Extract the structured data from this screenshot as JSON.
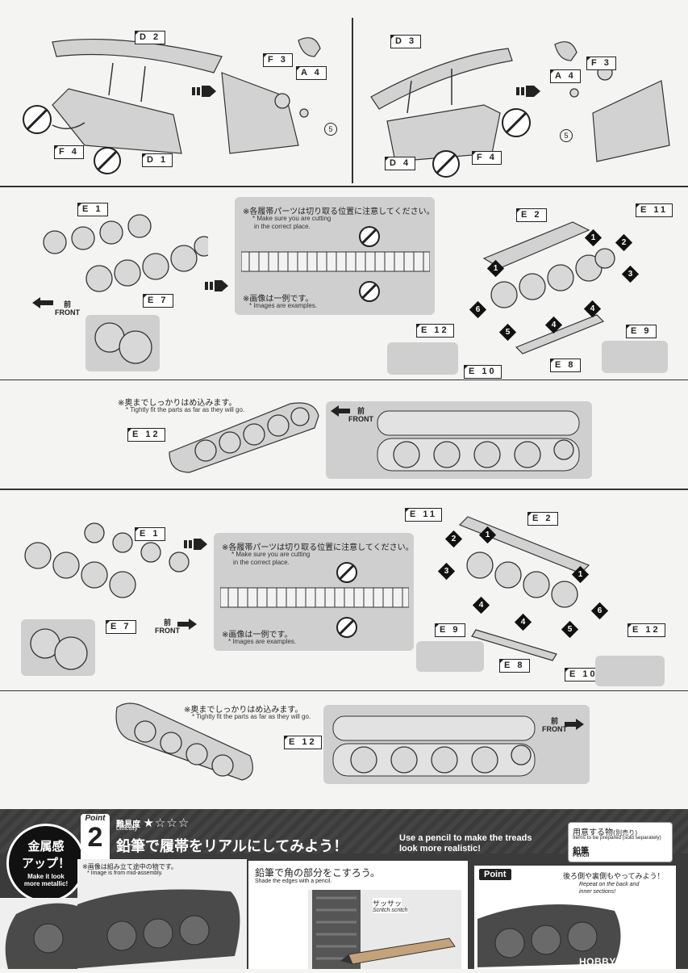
{
  "step1_left": {
    "labels": [
      "D 2",
      "F 3",
      "A 4",
      "F 4",
      "D 1"
    ],
    "sprue_number": "5"
  },
  "step1_right": {
    "labels": [
      "D 3",
      "A 4",
      "F 3",
      "D 4",
      "F 4"
    ],
    "sprue_number": "5"
  },
  "step2": {
    "labels": [
      "E 1",
      "E 7",
      "E 2",
      "E 11",
      "E 12",
      "E 9",
      "E 10",
      "E 8"
    ],
    "front_jp": "前",
    "front_en": "FRONT",
    "notice_jp": "※各履帯パーツは切り取る位置に注意してください。",
    "notice_en_1": "* Make sure you are cutting",
    "notice_en_2": "in the correct place.",
    "example_jp": "※画像は一例です。",
    "example_en": "* Images are examples.",
    "order_numbers": [
      "1",
      "1",
      "2",
      "3",
      "4",
      "4",
      "5",
      "6"
    ]
  },
  "step3": {
    "fit_jp": "※奥までしっかりはめ込みます。",
    "fit_en": "* Tightly fit the parts as far as they will go.",
    "label": "E 12",
    "front_jp": "前",
    "front_en": "FRONT"
  },
  "step4": {
    "labels": [
      "E 1",
      "E 7",
      "E 11",
      "E 2",
      "E 9",
      "E 8",
      "E 10",
      "E 12"
    ],
    "front_jp": "前",
    "front_en": "FRONT",
    "notice_jp": "※各履帯パーツは切り取る位置に注意してください。",
    "notice_en_1": "* Make sure you are cutting",
    "notice_en_2": "in the correct place.",
    "example_jp": "※画像は一例です。",
    "example_en": "* Images are examples.",
    "order_numbers": [
      "2",
      "1",
      "3",
      "1",
      "4",
      "4",
      "5",
      "6"
    ]
  },
  "step5": {
    "fit_jp": "※奥までしっかりはめ込みます。",
    "fit_en": "* Tightly fit the parts as far as they will go.",
    "label": "E 12",
    "front_jp": "前",
    "front_en": "FRONT"
  },
  "point2": {
    "badge_jp_1": "金属感",
    "badge_jp_2": "アップ！",
    "badge_en_1": "Make it look",
    "badge_en_2": "more metallic!",
    "point_word": "Point",
    "point_number": "2",
    "difficulty_jp": "難易度",
    "difficulty_en": "Difficulty",
    "stars": "★☆☆☆",
    "title_jp": "鉛筆で履帯をリアルにしてみよう！",
    "title_en_1": "Use a pencil to make the treads",
    "title_en_2": "look more realistic!",
    "items_jp": "用意する物",
    "items_jp_sub": "(別売り)",
    "items_en": "Items to be prepared (sold separately)",
    "item_jp": "鉛筆",
    "item_en": "Pencil",
    "photo_note_jp": "※画像は組み立て途中の物です。",
    "photo_note_en": "* Image is from mid-assembly.",
    "shade_jp": "鉛筆で角の部分をこすろう。",
    "shade_en": "Shade the edges with a pencil.",
    "sfx_jp": "サッサッ",
    "sfx_en": "Scritch scritch",
    "point_box": "Point",
    "repeat_jp": "後ろ側や裏側もやってみよう！",
    "repeat_en_1": "Repeat on the back and",
    "repeat_en_2": "inner sections!",
    "watermark": "HOBBY SEARCH"
  },
  "colors": {
    "accent": "#222222",
    "panel_gray": "#cfcfcf",
    "bottom_bg": "#3b3b3b"
  }
}
